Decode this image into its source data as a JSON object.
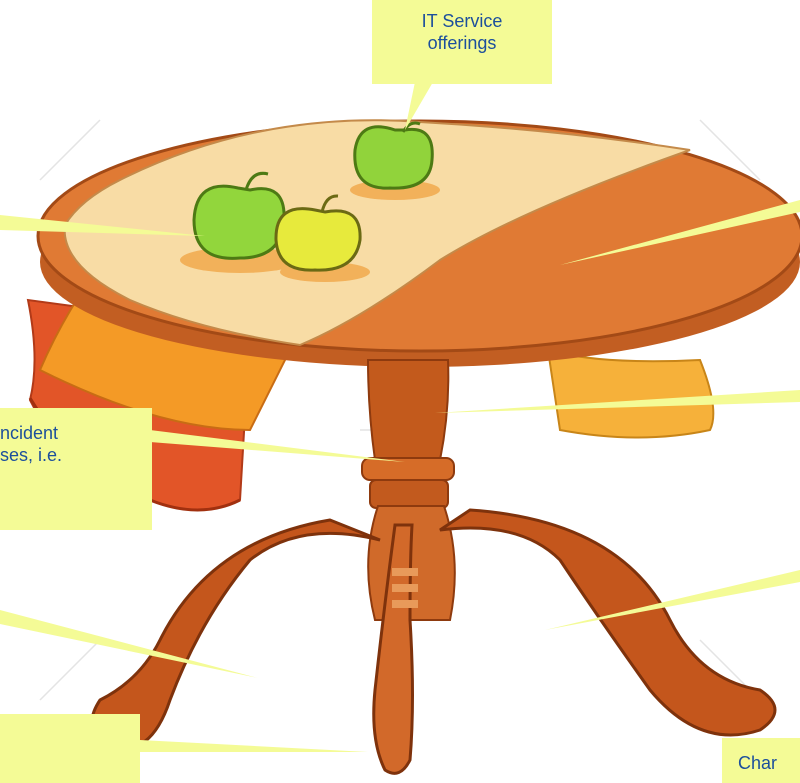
{
  "callouts": {
    "it_service": {
      "line1": "IT Service",
      "line2": "offerings"
    },
    "incident": {
      "line1": "ncident",
      "line2": "ses, i.e."
    },
    "change": {
      "text": "Char"
    }
  },
  "colors": {
    "callout_fill": "#f4fb96",
    "callout_text": "#1c4f9c",
    "table_wood": "#d9742e",
    "cloth_light": "#f7d28f",
    "apple_green": "#8fd63a",
    "apple_yellow": "#e8ea3a"
  },
  "icons": [
    "apple-icon",
    "table-illustration"
  ]
}
